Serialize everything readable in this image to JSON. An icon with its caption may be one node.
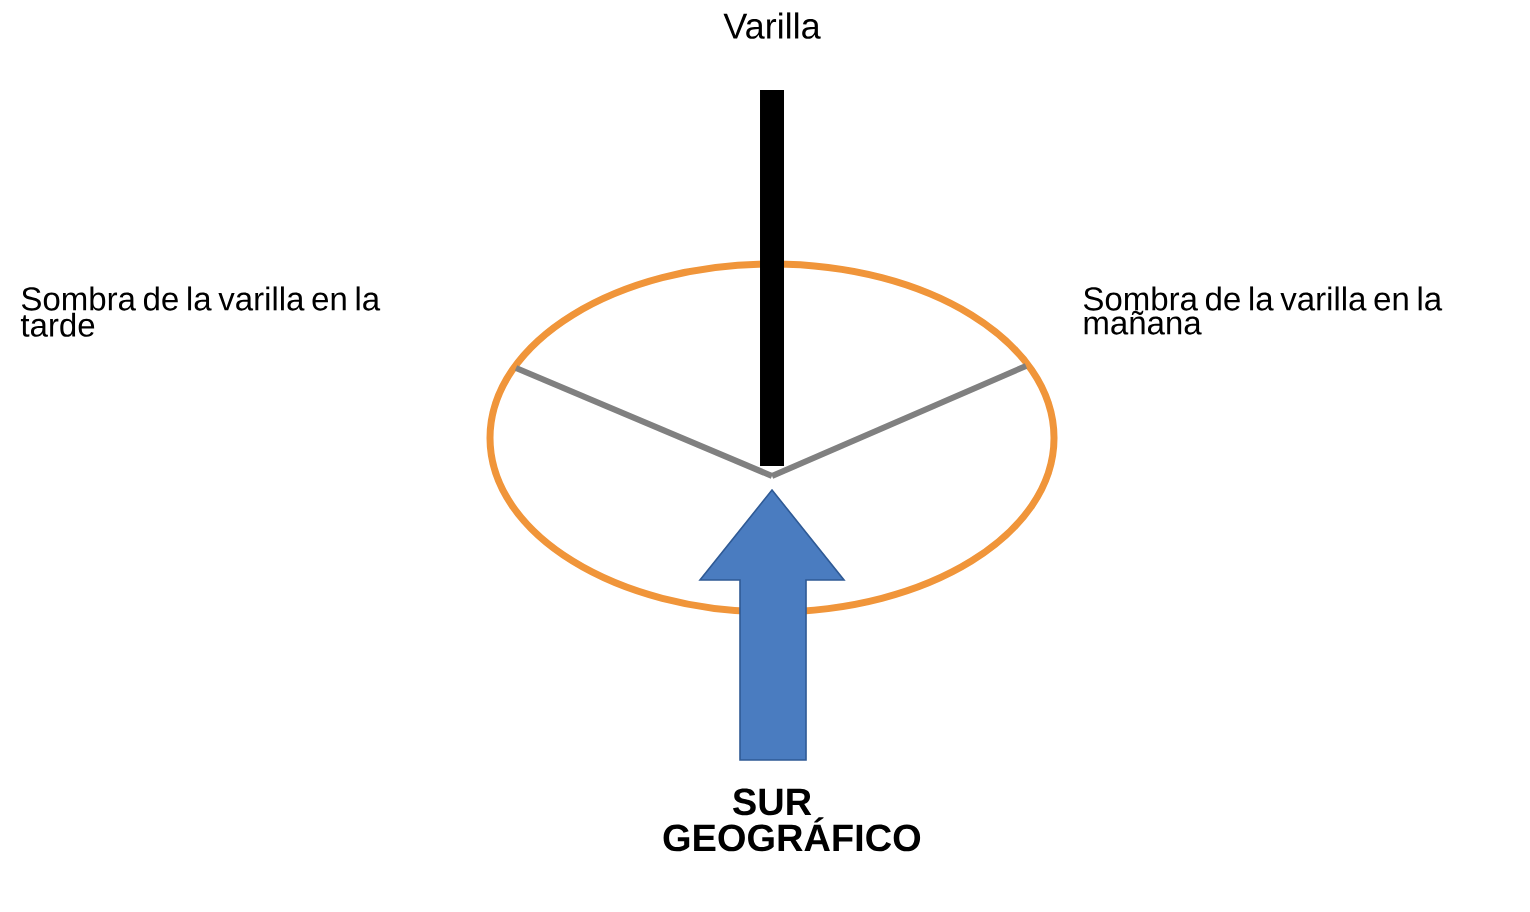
{
  "diagram": {
    "labels": [
      "Varilla",
      "Sombra de la varilla en la tarde",
      "Sombra de la varilla en la mañana",
      "SUR GEOGRÁFICO"
    ]
  }
}
